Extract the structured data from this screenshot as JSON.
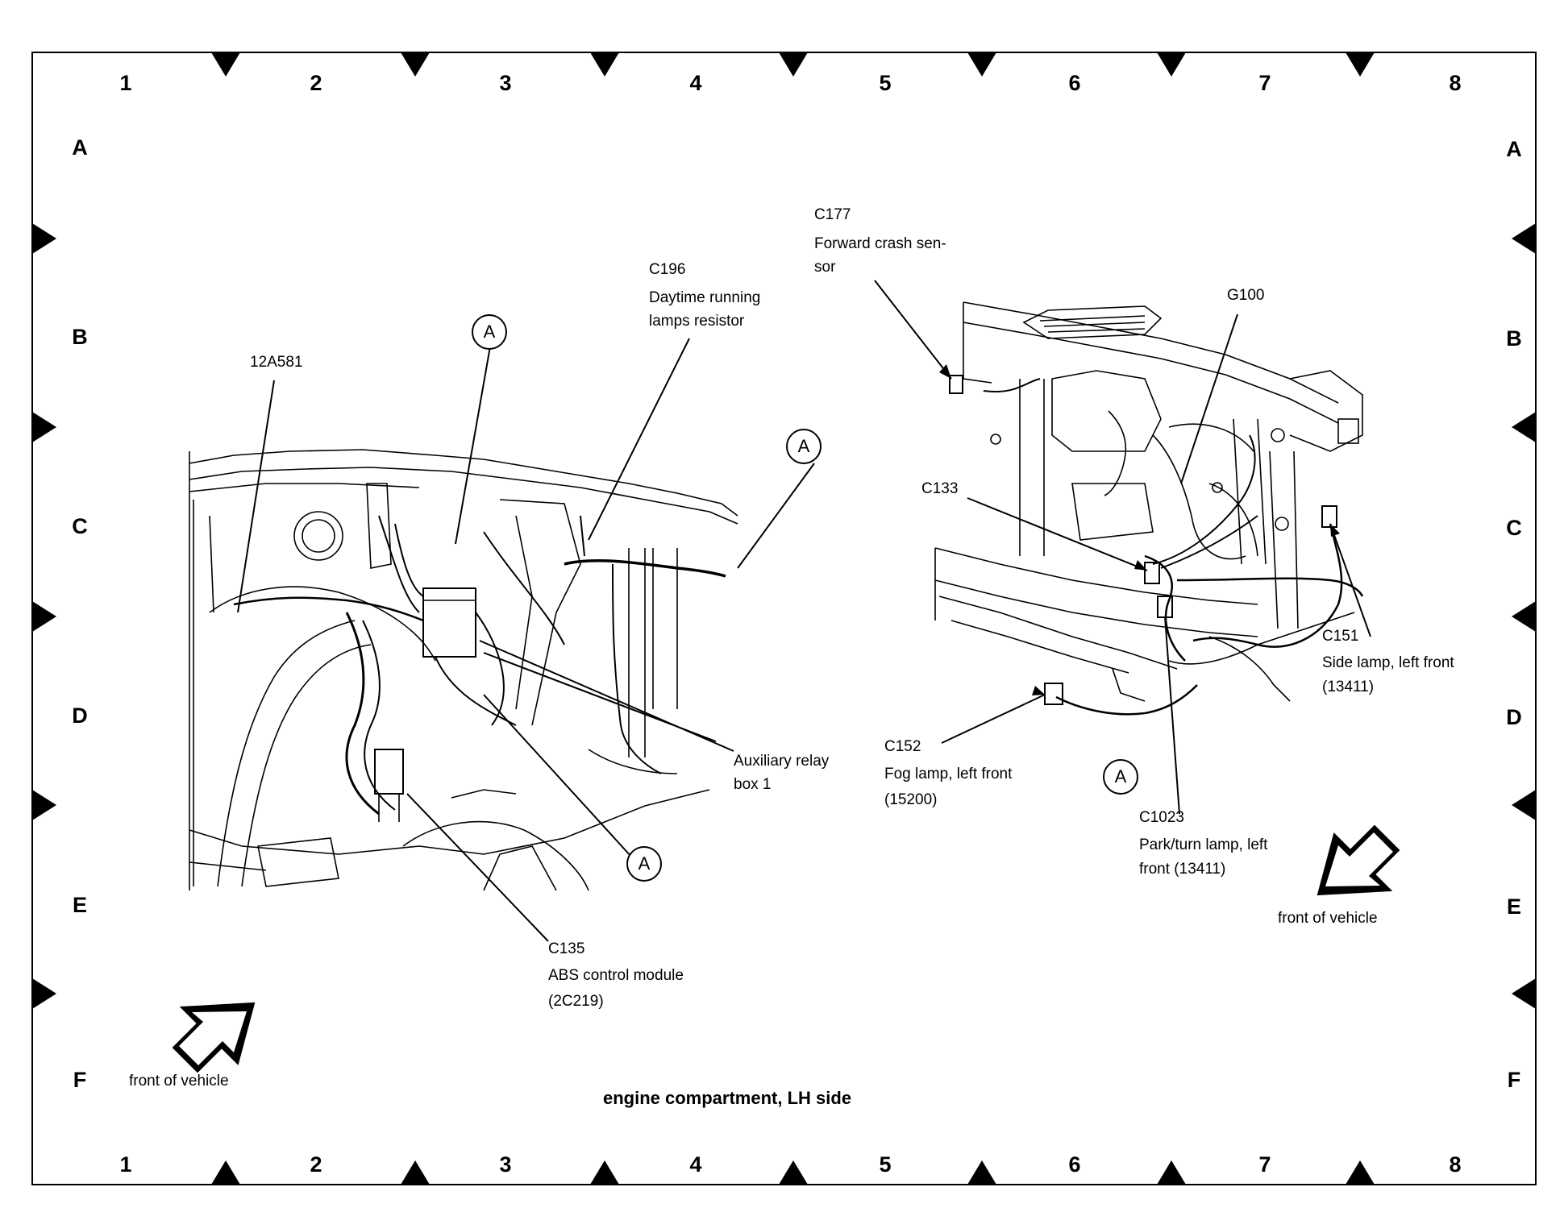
{
  "title": "engine compartment, LH side",
  "grid": {
    "columns": [
      "1",
      "2",
      "3",
      "4",
      "5",
      "6",
      "7",
      "8"
    ],
    "rows": [
      "A",
      "B",
      "C",
      "D",
      "E",
      "F"
    ]
  },
  "front_of_vehicle_label": "front of vehicle",
  "callout_letter": "A",
  "components": {
    "12A581": "12A581",
    "c196_id": "C196",
    "c196_name_1": "Daytime running",
    "c196_name_2": "lamps resistor",
    "c177_id": "C177",
    "c177_name_1": "Forward crash sen-",
    "c177_name_2": "sor",
    "g100": "G100",
    "c133": "C133",
    "aux_1": "Auxiliary relay",
    "aux_2": "box 1",
    "c135_id": "C135",
    "c135_name": "ABS control module",
    "c135_part": "(2C219)",
    "c152_id": "C152",
    "c152_name": "Fog lamp, left front",
    "c152_part": "(15200)",
    "c151_id": "C151",
    "c151_name": "Side lamp, left front",
    "c151_part": "(13411)",
    "c1023_id": "C1023",
    "c1023_name_1": "Park/turn lamp, left",
    "c1023_name_2": "front (13411)"
  }
}
